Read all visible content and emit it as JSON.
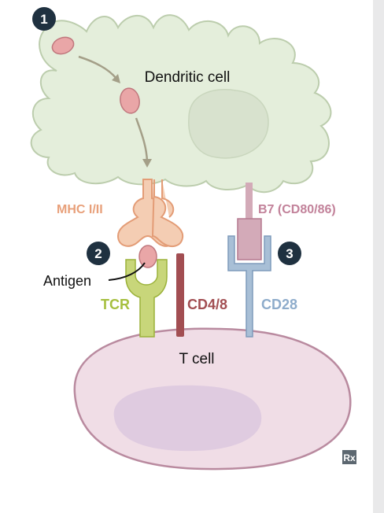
{
  "steps": [
    "1",
    "2",
    "3"
  ],
  "cells": {
    "dendritic": "Dendritic cell",
    "t_cell": "T cell"
  },
  "molecules": {
    "mhc": "MHC I/II",
    "b7": "B7 (CD80/86)",
    "tcr": "TCR",
    "cd48": "CD4/8",
    "cd28": "CD28",
    "antigen": "Antigen"
  },
  "logo": "Rx",
  "colors": {
    "dendritic_fill": "#e4eedb",
    "dendritic_stroke": "#bccdad",
    "nucleus_dc": "#d8e2ce",
    "tcell_fill": "#f0dde6",
    "tcell_stroke": "#b98a9f",
    "nucleus_tc": "#dfcbe0",
    "antigen": "#e9a6a7",
    "antigen_stroke": "#c0777d",
    "mhc": "#f4cdb3",
    "mhc_stroke": "#e39c76",
    "mhc_text": "#e8a07a",
    "tcr": "#c8d67a",
    "tcr_text": "#a6bf3f",
    "cd48": "#a24e52",
    "b7": "#d3aab8",
    "b7_text": "#c2829a",
    "cd28": "#a8bfd6",
    "cd28_text": "#8eaccb",
    "step_badge": "#1f3140",
    "arrow": "#a49f88",
    "black_text": "#111111",
    "gutter": "#e9e9ea"
  }
}
